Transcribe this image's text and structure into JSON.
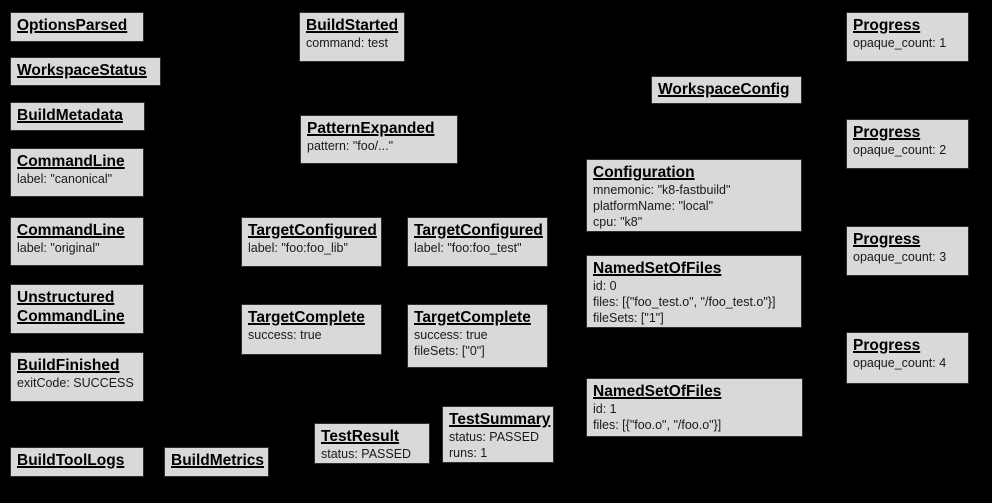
{
  "diagram": {
    "background_color": "#000000",
    "box_fill_color": "#d9d9d9",
    "box_border_color": "#2e2e2e",
    "text_color": "#000000"
  },
  "nodes": [
    {
      "id": "options-parsed",
      "title": "OptionsParsed",
      "lines": []
    },
    {
      "id": "workspace-status",
      "title": "WorkspaceStatus",
      "lines": []
    },
    {
      "id": "build-metadata",
      "title": "BuildMetadata",
      "lines": []
    },
    {
      "id": "command-line-canonical",
      "title": "CommandLine",
      "lines": [
        "label: \"canonical\""
      ]
    },
    {
      "id": "command-line-original",
      "title": "CommandLine",
      "lines": [
        "label: \"original\""
      ]
    },
    {
      "id": "unstructured-command-line",
      "title": "Unstructured\nCommandLine",
      "lines": []
    },
    {
      "id": "build-finished",
      "title": "BuildFinished",
      "lines": [
        "exitCode: SUCCESS"
      ]
    },
    {
      "id": "build-tool-logs",
      "title": "BuildToolLogs",
      "lines": []
    },
    {
      "id": "build-metrics",
      "title": "BuildMetrics",
      "lines": []
    },
    {
      "id": "build-started",
      "title": "BuildStarted",
      "lines": [
        "command: test"
      ]
    },
    {
      "id": "pattern-expanded",
      "title": "PatternExpanded",
      "lines": [
        "pattern: \"foo/...\""
      ]
    },
    {
      "id": "target-configured-foo-lib",
      "title": "TargetConfigured",
      "lines": [
        "label: \"foo:foo_lib\""
      ]
    },
    {
      "id": "target-configured-foo-test",
      "title": "TargetConfigured",
      "lines": [
        "label: \"foo:foo_test\""
      ]
    },
    {
      "id": "target-complete-foo-lib",
      "title": "TargetComplete",
      "lines": [
        "success: true"
      ]
    },
    {
      "id": "target-complete-foo-test",
      "title": "TargetComplete",
      "lines": [
        "success: true",
        "fileSets: [\"0\"]"
      ]
    },
    {
      "id": "test-result",
      "title": "TestResult",
      "lines": [
        "status: PASSED"
      ]
    },
    {
      "id": "test-summary",
      "title": "TestSummary",
      "lines": [
        "status: PASSED",
        "runs: 1"
      ]
    },
    {
      "id": "workspace-config",
      "title": "WorkspaceConfig",
      "lines": []
    },
    {
      "id": "configuration",
      "title": "Configuration",
      "lines": [
        "mnemonic: \"k8-fastbuild\"",
        "platformName: \"local\"",
        "cpu: \"k8\""
      ]
    },
    {
      "id": "named-set-of-files-0",
      "title": "NamedSetOfFiles",
      "lines": [
        "id: 0",
        "files: [{\"foo_test.o\", \"/foo_test.o\"}]",
        "fileSets: [\"1\"]"
      ]
    },
    {
      "id": "named-set-of-files-1",
      "title": "NamedSetOfFiles",
      "lines": [
        "id: 1",
        "files: [{\"foo.o\", \"/foo.o\"}]"
      ]
    },
    {
      "id": "progress-1",
      "title": "Progress",
      "lines": [
        "opaque_count: 1"
      ]
    },
    {
      "id": "progress-2",
      "title": "Progress",
      "lines": [
        "opaque_count: 2"
      ]
    },
    {
      "id": "progress-3",
      "title": "Progress",
      "lines": [
        "opaque_count: 3"
      ]
    },
    {
      "id": "progress-4",
      "title": "Progress",
      "lines": [
        "opaque_count: 4"
      ]
    }
  ]
}
